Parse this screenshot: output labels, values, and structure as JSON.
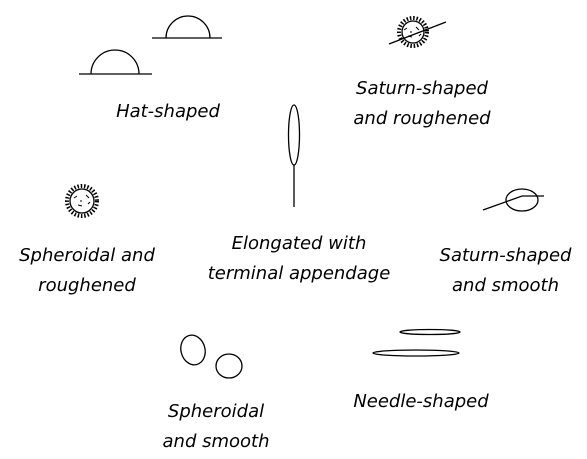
{
  "labels": {
    "hat": [
      "Hat-shaped"
    ],
    "saturn_rough": [
      "Saturn-shaped",
      "and roughened"
    ],
    "elongated": [
      "Elongated with",
      "terminal appendage"
    ],
    "spheroidal_rough": [
      "Spheroidal and",
      "roughened"
    ],
    "saturn_smooth": [
      "Saturn-shaped",
      "and smooth"
    ],
    "needle": [
      "Needle-shaped"
    ],
    "spheroidal_smooth": [
      "Spheroidal",
      "and smooth"
    ]
  },
  "colors": {
    "ink": "#000000",
    "background": "#ffffff"
  }
}
